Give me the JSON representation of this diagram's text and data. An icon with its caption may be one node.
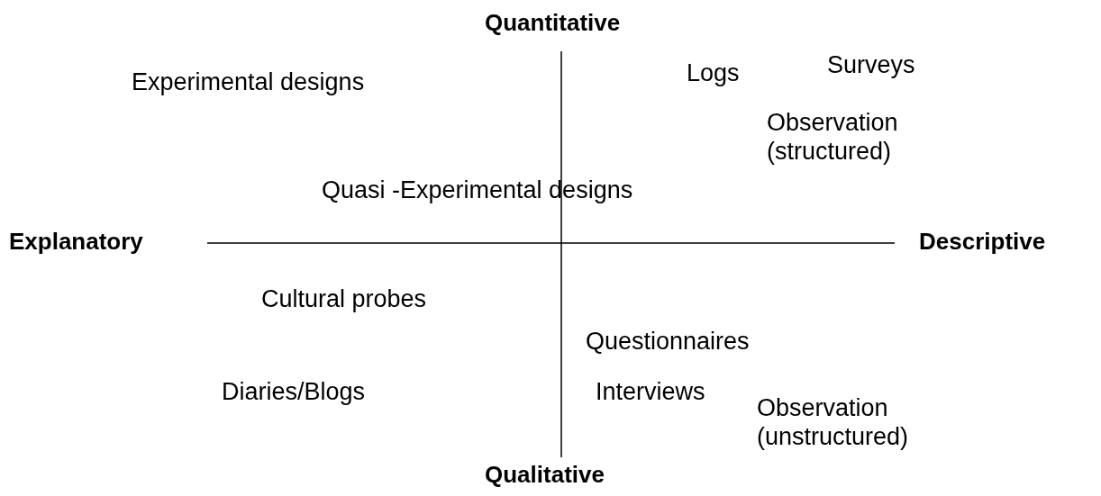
{
  "diagram": {
    "labels": [
      "Quantitative",
      "Experimental designs",
      "Logs",
      "Surveys",
      "Observation (structured)",
      "Quasi -Experimental designs",
      "Explanatory",
      "Descriptive",
      "Cultural probes",
      "Questionnaires",
      "Diaries/Blogs",
      "Interviews",
      "Observation (unstructured)",
      "Qualitative"
    ]
  }
}
